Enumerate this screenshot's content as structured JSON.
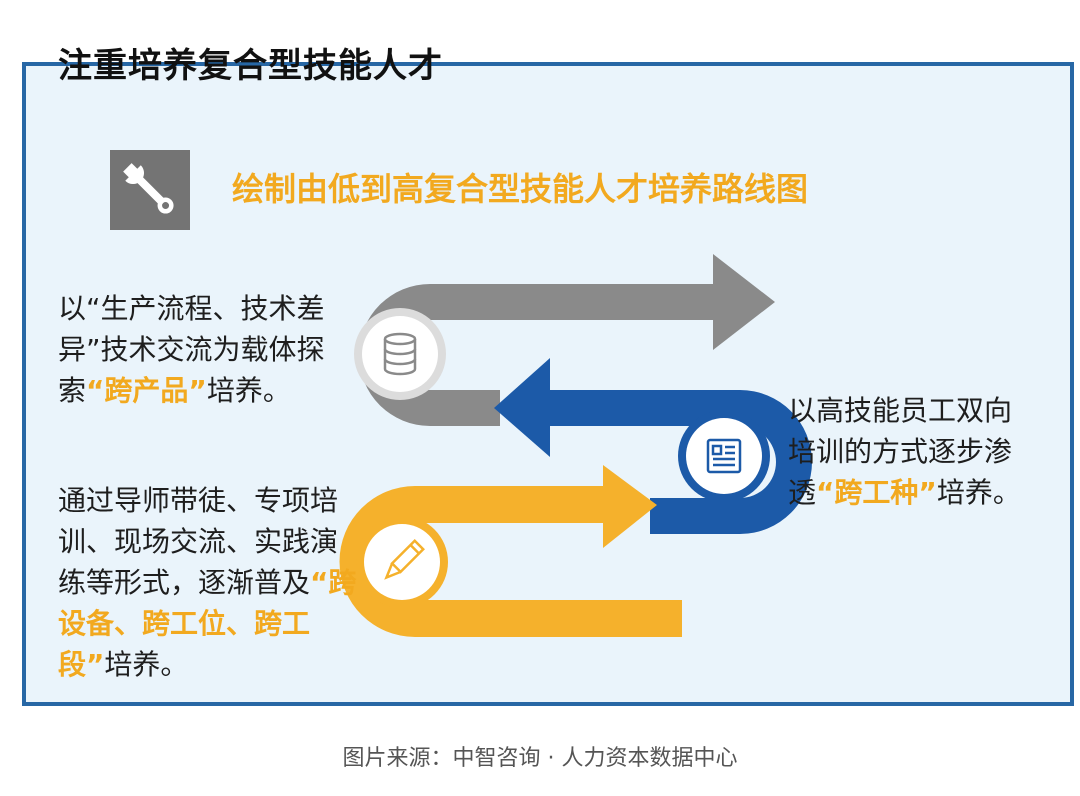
{
  "header": {
    "title": "注重培养复合型技能人才",
    "subtitle": "绘制由低到高复合型技能人才培养路线图",
    "icon": "wrench-icon"
  },
  "descriptions": {
    "product": {
      "pre": "以“生产流程、技术差异”技术交流为载体探索",
      "highlight": "“跨产品”",
      "post": "培养。",
      "icon": "database-icon"
    },
    "job_type": {
      "pre": "以高技能员工双向培训的方式逐步渗透",
      "highlight": "“跨工种”",
      "post": "培养。",
      "icon": "document-icon"
    },
    "equipment": {
      "pre": "通过导师带徒、专项培训、现场交流、实践演练等形式，逐渐普及",
      "highlight": "“跨设备、跨工位、跨工段”",
      "post": "培养。",
      "icon": "pencil-icon"
    }
  },
  "colors": {
    "gray": "#8a8a8a",
    "blue": "#1c5aa8",
    "yellow": "#f5b12c",
    "frame": "#2767a5",
    "highlight": "#f2a91f"
  },
  "footer": {
    "source": "图片来源：中智咨询 · 人力资本数据中心"
  }
}
